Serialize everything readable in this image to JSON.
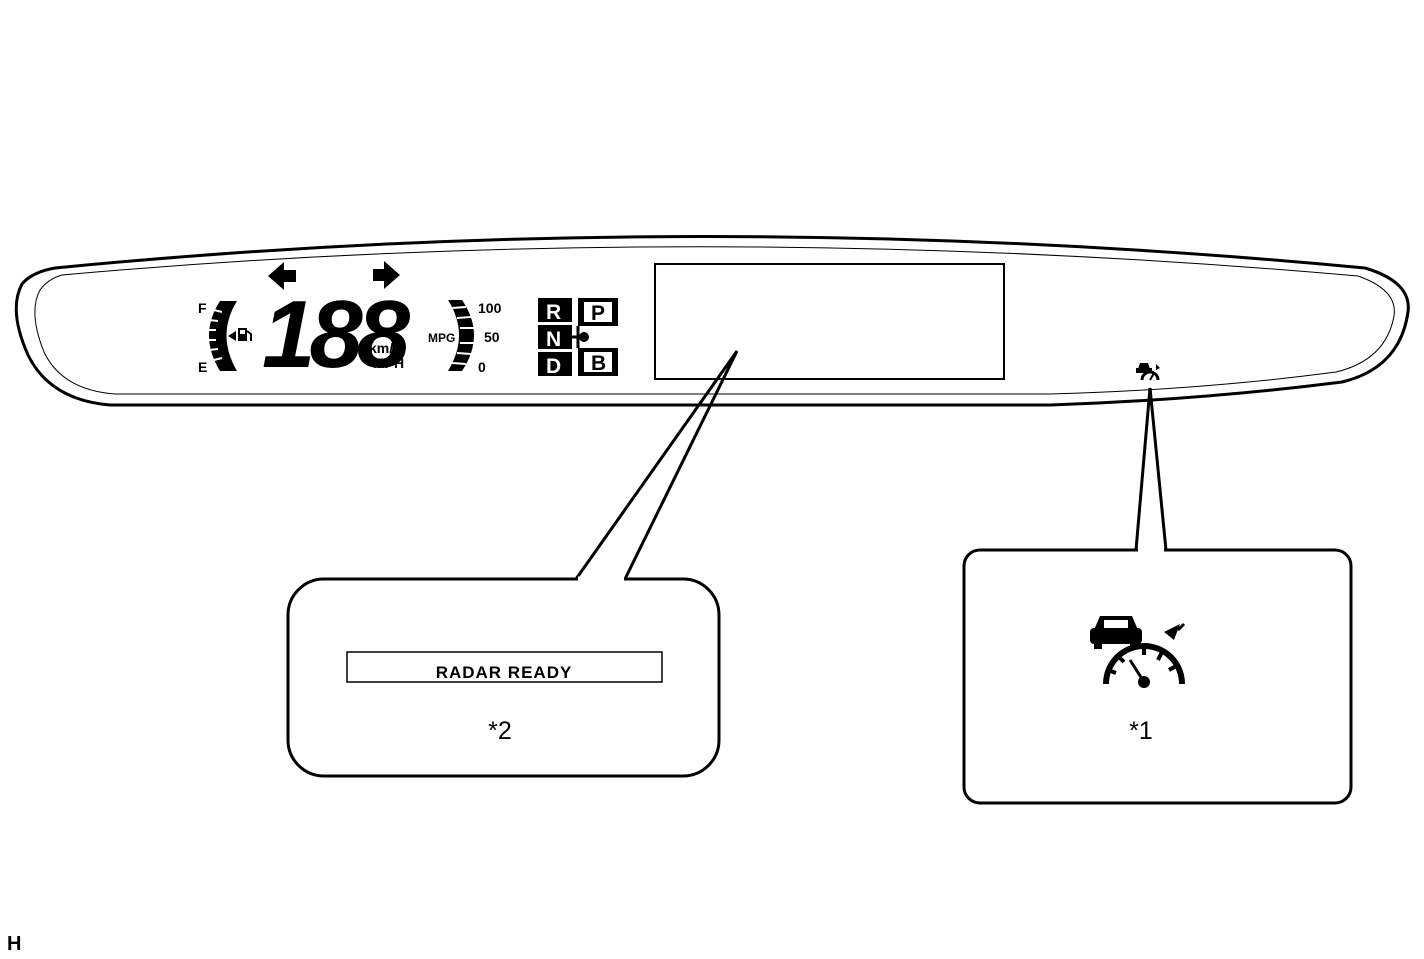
{
  "cluster": {
    "fuel_full": "F",
    "fuel_empty": "E",
    "speed_digits": "188",
    "unit_kmh": "km/h",
    "unit_mph": "MPH",
    "mpg_label": "MPG",
    "mpg_ticks": [
      "100",
      "50",
      "0"
    ],
    "gears": {
      "r": "R",
      "n": "N",
      "d": "D",
      "p": "P",
      "b": "B"
    },
    "icons": {
      "turn_left": "arrow-left-icon",
      "turn_right": "arrow-right-icon",
      "fuel_pump": "fuel-pump-icon",
      "cruise_small": "radar-cruise-indicator-icon"
    }
  },
  "callout_2": {
    "display_text": "RADAR READY",
    "number": "*2"
  },
  "callout_1": {
    "icon": "radar-cruise-control-icon",
    "number": "*1"
  },
  "figure_id": "H"
}
